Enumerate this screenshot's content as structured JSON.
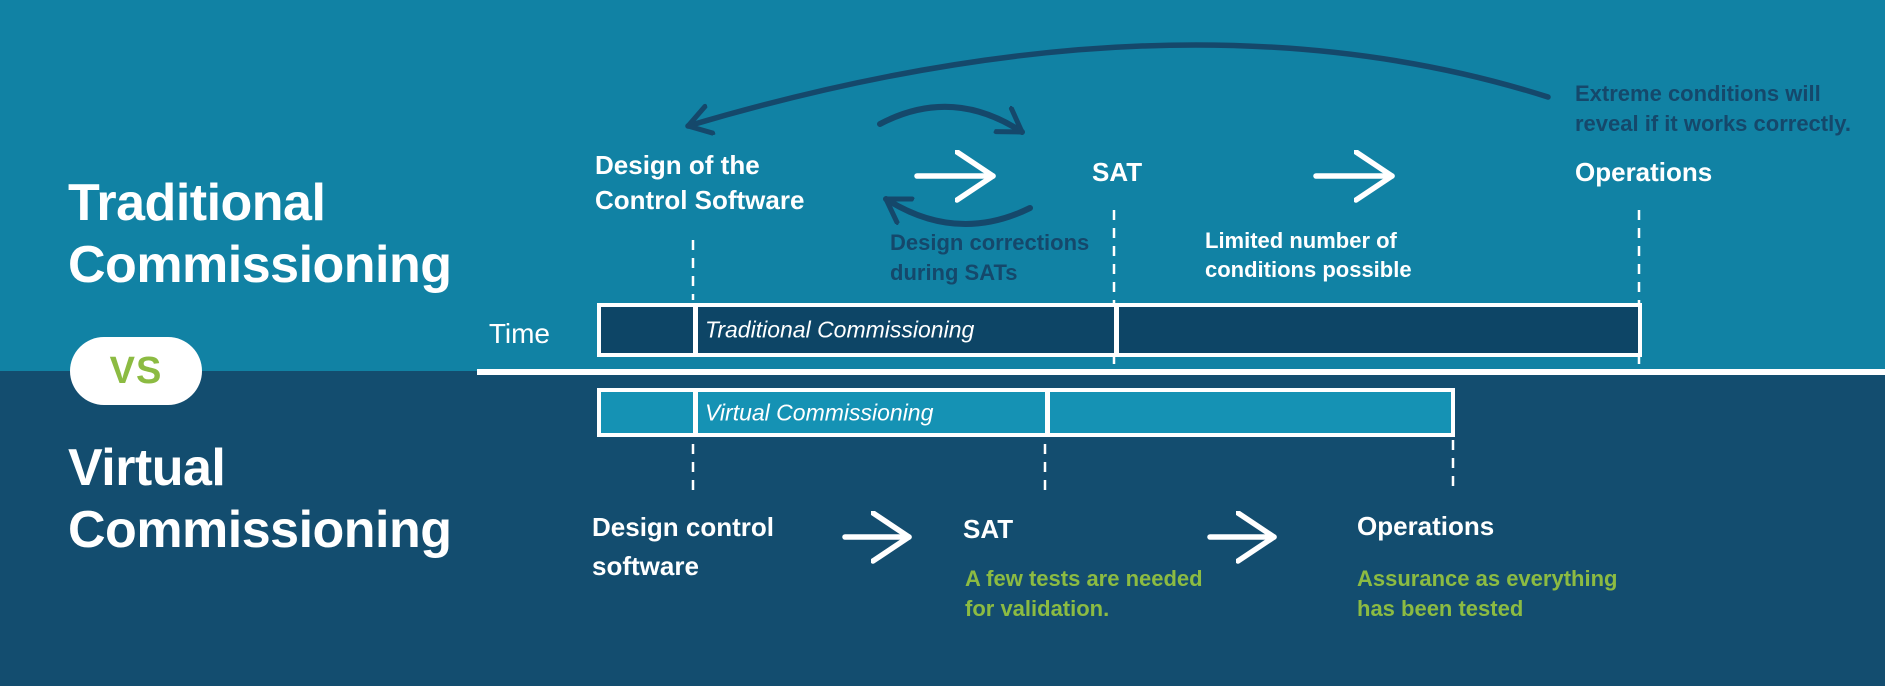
{
  "left_panel": {
    "traditional_title": {
      "line1": "Traditional",
      "line2": "Commissioning"
    },
    "vs_badge": "VS",
    "virtual_title": {
      "line1": "Virtual",
      "line2": "Commissioning"
    }
  },
  "timeline": {
    "axis_label": "Time"
  },
  "traditional": {
    "bar_label": "Traditional Commissioning",
    "stages": {
      "design": {
        "line1": "Design of the",
        "line2": "Control Software"
      },
      "sat": "SAT",
      "operations": "Operations"
    },
    "notes": {
      "loop": {
        "line1": "Design corrections",
        "line2": "during SATs"
      },
      "sat": {
        "line1": "Limited number of",
        "line2": "conditions possible"
      },
      "operations": {
        "line1": "Extreme conditions will",
        "line2": "reveal if it works correctly."
      }
    }
  },
  "virtual": {
    "bar_label": "Virtual Commissioning",
    "stages": {
      "design": {
        "line1": "Design control",
        "line2": "software"
      },
      "sat": "SAT",
      "operations": "Operations"
    },
    "notes": {
      "sat": {
        "line1": "A few tests are needed",
        "line2": "for validation."
      },
      "operations": {
        "line1": "Assurance as everything",
        "line2": "has been tested"
      }
    }
  },
  "icons": {
    "flow_arrow": "right-arrow",
    "loop_arrows": "circular-iteration-arrows",
    "return_arrow": "curved-feedback-arrow-left",
    "connector": "dashed-vertical-line"
  },
  "colors": {
    "teal_background": "#1182A4",
    "navy_background": "#134D6F",
    "traditional_bar_fill": "#0D4566",
    "virtual_bar_fill": "#1592B4",
    "dark_annotation": "#15486B",
    "green_accent": "#8CBB42",
    "white": "#FFFFFF"
  }
}
